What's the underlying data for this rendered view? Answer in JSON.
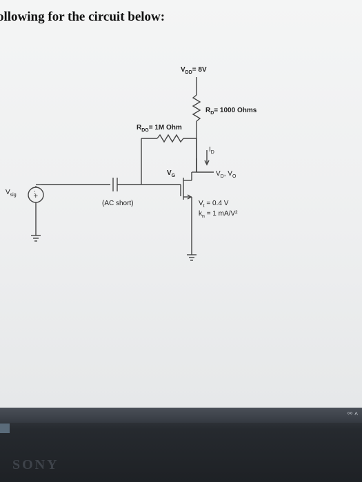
{
  "heading": "ollowing for the circuit below:",
  "labels": {
    "vdd": "V",
    "vdd_sub": "DD",
    "vdd_val": "= 8V",
    "rd": "R",
    "rd_sub": "D",
    "rd_val": "= 1000 Ohms",
    "rdg": "R",
    "rdg_sub": "DG",
    "rdg_val": "= 1M Ohm",
    "id": "I",
    "id_sub": "D",
    "vg": "V",
    "vg_sub": "G",
    "vd": "V",
    "vd_sub": "D",
    "vo": "V",
    "vo_sub": "O",
    "vsig": "V",
    "vsig_sub": "sig",
    "cap": "(AC short)",
    "vt": "V",
    "vt_sub": "t",
    "vt_val": "= 0.4 V",
    "kn": "k",
    "kn_sub": "n",
    "kn_val": "= 1 mA/V²"
  },
  "device": {
    "brand": "SONY",
    "tray_icons": "°°  ^"
  }
}
